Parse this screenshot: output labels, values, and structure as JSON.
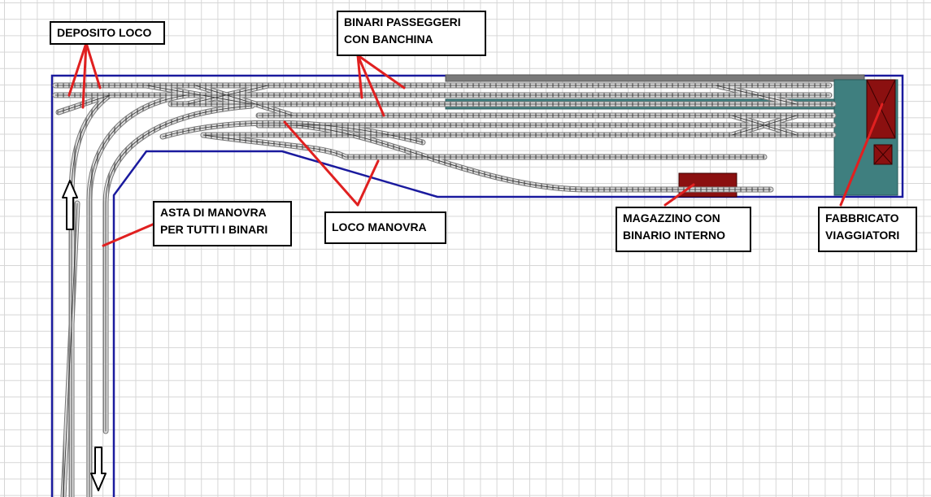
{
  "title": "Track layout plan",
  "labels": {
    "deposito_loco": "DEPOSITO LOCO",
    "binari_passeggeri": [
      "BINARI PASSEGGERI",
      "CON BANCHINA"
    ],
    "asta_manovra": [
      "ASTA DI MANOVRA",
      "PER TUTTI I BINARI"
    ],
    "loco_manovra": "LOCO MANOVRA",
    "magazzino": [
      "MAGAZZINO CON",
      "BINARIO INTERNO"
    ],
    "fabbricato": [
      "FABBRICATO",
      "VIAGGIATORI"
    ]
  },
  "colors": {
    "outline": "#1a1a9e",
    "pointer": "#e02020",
    "platform": "#3f7f7f",
    "canopy": "#7a7a7a",
    "building": "#8b1010",
    "track": "#555555"
  },
  "icons": [
    "arrow-up-icon",
    "arrow-down-icon"
  ]
}
